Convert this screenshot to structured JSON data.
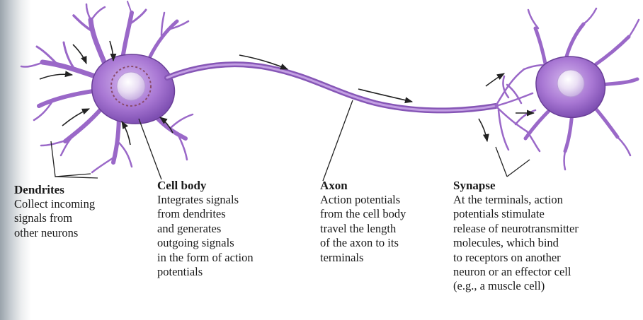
{
  "labels": {
    "dendrites": {
      "title": "Dendrites",
      "lines": [
        "Collect incoming",
        "signals from",
        "other neurons"
      ]
    },
    "cell_body": {
      "title": "Cell body",
      "lines": [
        "Integrates signals",
        "from dendrites",
        "and generates",
        "outgoing signals",
        "in the form of action",
        "potentials"
      ]
    },
    "axon": {
      "title": "Axon",
      "lines": [
        "Action potentials",
        "from the cell body",
        "travel the length",
        "of the axon to its",
        "terminals"
      ]
    },
    "synapse": {
      "title": "Synapse",
      "lines": [
        "At the terminals, action",
        "potentials stimulate",
        "release of neurotransmitter",
        "molecules, which bind",
        "to receptors on another",
        "neuron or an effector cell",
        "(e.g., a muscle cell)"
      ]
    }
  },
  "colors": {
    "neuron": "#9a68c8",
    "neuron_dark": "#6a3f98",
    "nucleus": "#e9dcf3",
    "arrow": "#222222",
    "text": "#1a1a1a"
  }
}
